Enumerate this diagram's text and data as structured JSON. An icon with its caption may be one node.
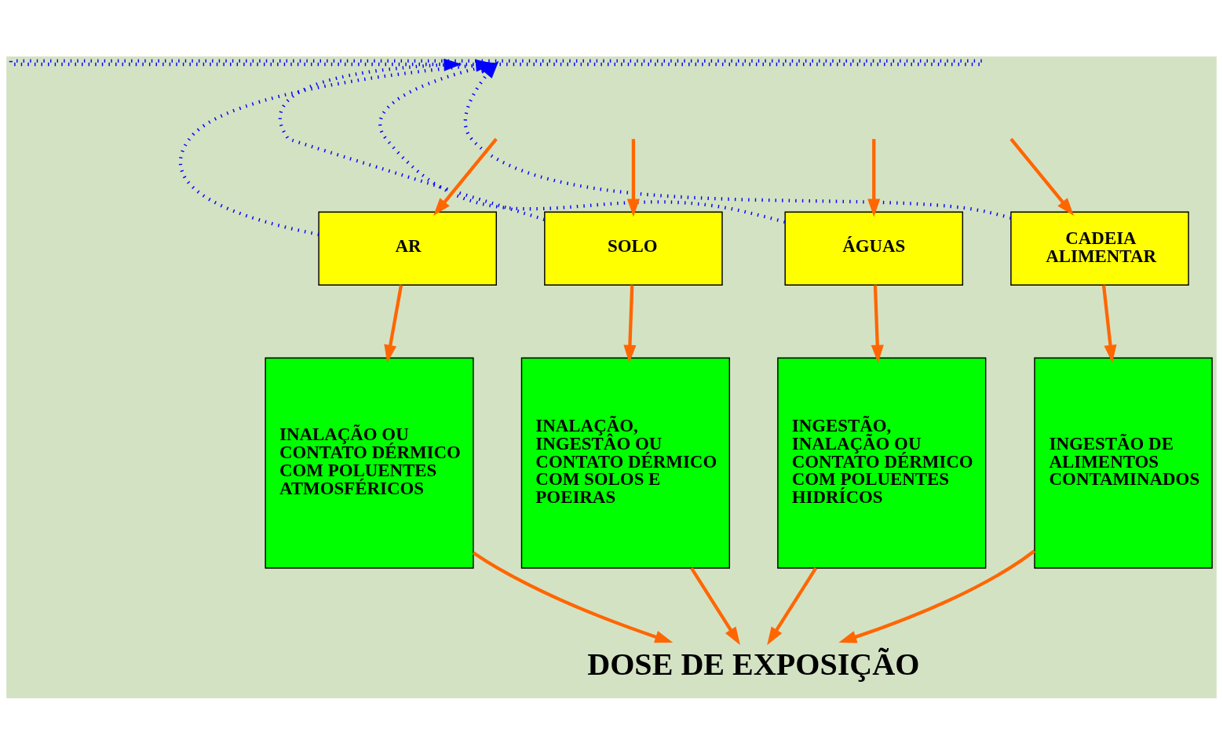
{
  "diagram": {
    "nodes": [
      {
        "text": [
          "AR"
        ]
      },
      {
        "text": [
          "SOLO"
        ]
      },
      {
        "text": [
          "ÁGUAS"
        ]
      },
      {
        "text": [
          "CADEIA ALIMENTAR"
        ]
      },
      {
        "text": [
          "INALAÇÃO OU CONTATO DÉRMICO COM POLUENTES ATMOSFÉRICOS"
        ]
      },
      {
        "text": [
          "INALAÇÃO, INGESTÂO OU CONTATO DÉRMICO COM SOLOS E POEIRAS"
        ]
      },
      {
        "text": [
          "INGESTÃO, INALAÇÃO OU CONTATO DÉRMICO COM POLUENTES HIDRÍCOS"
        ]
      },
      {
        "text": [
          "INGESTÃO DE ALIMENTOS CONTAMINADOS"
        ]
      },
      {
        "text": [
          "DOSE DE EXPOSIÇÃO"
        ]
      },
      {
        "text": [],
        "shape": "bar"
      }
    ],
    "edges": [
      {
        "from": null,
        "to": 0,
        "arrow": "to"
      },
      {
        "from": null,
        "to": 1,
        "arrow": "to"
      },
      {
        "from": null,
        "to": 2,
        "arrow": "to"
      },
      {
        "from": null,
        "to": 3,
        "arrow": "to"
      },
      {
        "from": 0,
        "to": 9,
        "arrow": "to",
        "style": "dashed",
        "color": "#0000ff"
      },
      {
        "from": 1,
        "to": 9,
        "arrow": "to",
        "style": "dashed",
        "color": "#0000ff"
      },
      {
        "from": 2,
        "to": 9,
        "arrow": "to",
        "style": "dashed",
        "color": "#0000ff"
      },
      {
        "from": 3,
        "to": 9,
        "arrow": "to",
        "style": "dashed",
        "color": "#0000ff"
      },
      {
        "from": 0,
        "to": 4,
        "arrow": "to"
      },
      {
        "from": 1,
        "to": 5,
        "arrow": "to"
      },
      {
        "from": 2,
        "to": 6,
        "arrow": "to"
      },
      {
        "from": 3,
        "to": 7,
        "arrow": "to"
      },
      {
        "from": 4,
        "to": 8,
        "arrow": "to"
      },
      {
        "from": 5,
        "to": 8,
        "arrow": "to"
      },
      {
        "from": 6,
        "to": 8,
        "arrow": "to"
      },
      {
        "from": 7,
        "to": 8,
        "arrow": "to"
      }
    ]
  }
}
